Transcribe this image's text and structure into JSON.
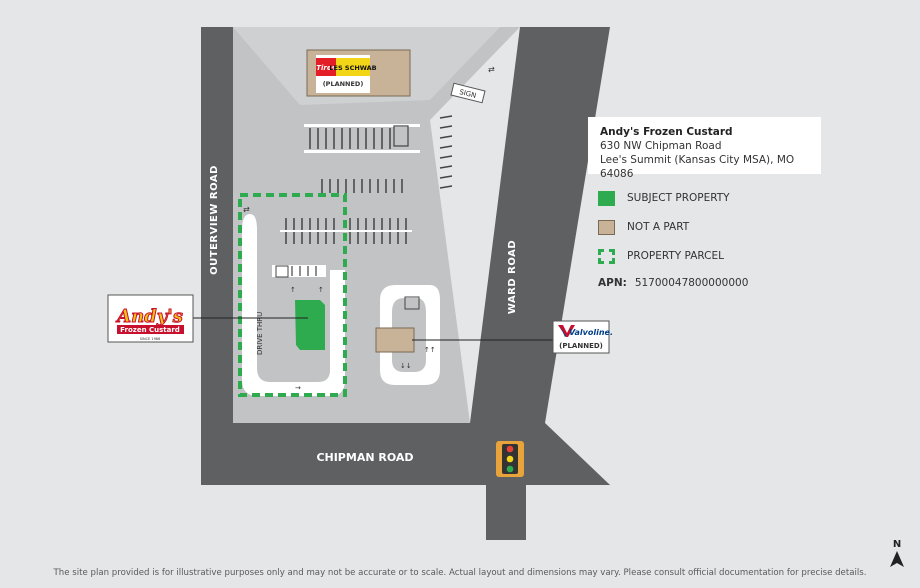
{
  "info": {
    "name": "Andy's Frozen Custard",
    "address": "630 NW Chipman Road",
    "city": "Lee's Summit (Kansas City MSA), MO 64086"
  },
  "legend": {
    "subject": "SUBJECT PROPERTY",
    "not_a_part": "NOT A PART",
    "parcel": "PROPERTY PARCEL",
    "apn_label": "APN:",
    "apn_value": "51700047800000000"
  },
  "roads": {
    "outerview": "OUTERVIEW ROAD",
    "ward": "WARD ROAD",
    "chipman": "CHIPMAN ROAD"
  },
  "labels": {
    "sign": "SIGN",
    "drive_thru": "DRIVE THRU",
    "les_schwab_brand": "Tires",
    "les_schwab_name": "LES SCHWAB",
    "les_schwab_status": "(PLANNED)",
    "andys_logo": "Andy's",
    "andys_sub": "Frozen Custard",
    "andys_since": "SINCE 1986",
    "valvoline_name": "Valvoline.",
    "valvoline_status": "(PLANNED)",
    "north": "N"
  },
  "colors": {
    "road": "#5f6062",
    "lot": "#c2c3c5",
    "subject": "#2fab4f",
    "not_a_part": "#c8b398",
    "parcel": "#2fab4f"
  },
  "disclaimer": "The site plan provided is for illustrative purposes only and may not be accurate or to scale. Actual layout and dimensions may vary. Please consult official documentation for precise details."
}
